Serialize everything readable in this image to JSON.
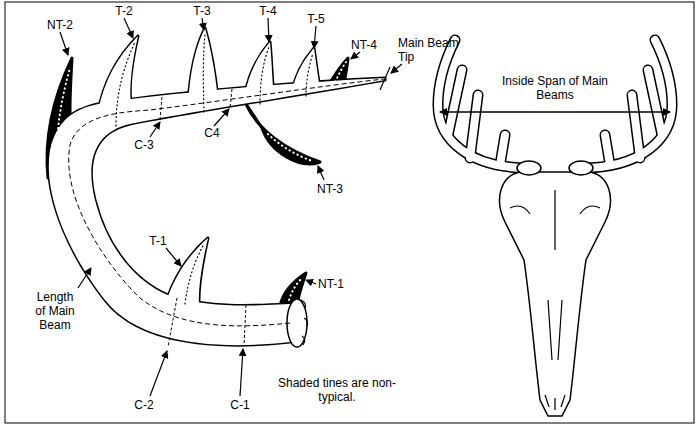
{
  "diagram": {
    "labels": [
      "NT-2",
      "T-2",
      "T-3",
      "T-4",
      "T-5",
      "NT-4",
      "Main Beam Tip",
      "C-3",
      "C4",
      "NT-3",
      "T-1",
      "NT-1",
      "Length of Main Beam",
      "C-2",
      "C-1",
      "Shaded tines are non-typical.",
      "Inside Span of Main Beams"
    ]
  }
}
